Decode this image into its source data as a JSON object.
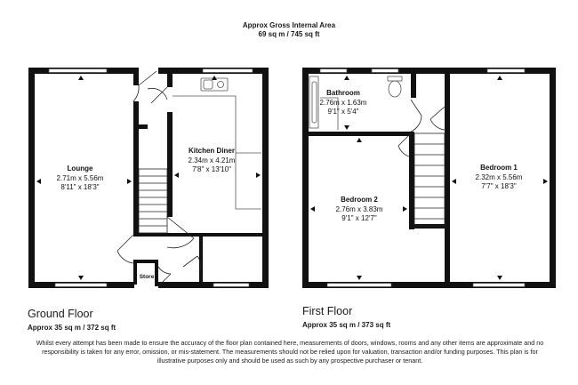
{
  "header": {
    "line1": "Approx Gross Internal Area",
    "line2": "69 sq m / 745 sq ft"
  },
  "ground_floor": {
    "name": "Ground Floor",
    "area": "Approx 35 sq m / 372 sq ft",
    "rooms": {
      "lounge": {
        "name": "Lounge",
        "metric": "2.71m x 5.56m",
        "imperial": "8'11\" x 18'3\""
      },
      "kitchen": {
        "name": "Kitchen Diner",
        "metric": "2.34m x 4.21m",
        "imperial": "7'8\" x 13'10\""
      },
      "store": {
        "name": "Store"
      }
    }
  },
  "first_floor": {
    "name": "First Floor",
    "area": "Approx 35 sq m / 373 sq ft",
    "rooms": {
      "bathroom": {
        "name": "Bathroom",
        "metric": "2.76m x 1.63m",
        "imperial": "9'1\" x 5'4\""
      },
      "bedroom2": {
        "name": "Bedroom 2",
        "metric": "2.76m x 3.83m",
        "imperial": "9'1\" x 12'7\""
      },
      "bedroom1": {
        "name": "Bedroom 1",
        "metric": "2.32m x 5.56m",
        "imperial": "7'7\" x 18'3\""
      }
    }
  },
  "disclaimer": "Whilst every attempt has been made to ensure the accuracy of the floor plan contained here, measurements of doors, windows, rooms and any other items are approximate and no responsibility is taken for any error, omission, or mis-statement. The measurements should not be relied upon for valuation, transaction and/or funding purposes. This plan is for illustrative purposes only and should be used as such by any prospective purchaser or tenant.",
  "colors": {
    "wall": "#111111",
    "fixture": "#555555",
    "background": "#ffffff"
  }
}
